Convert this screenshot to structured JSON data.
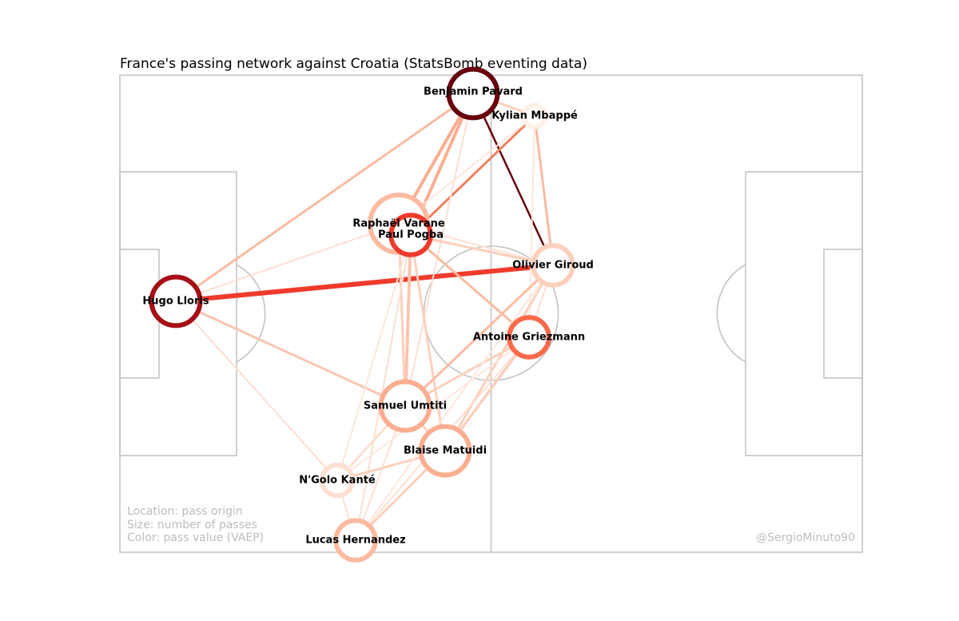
{
  "title": "France's passing network against Croatia (StatsBomb eventing data)",
  "legend_lines": [
    "Location: pass origin",
    "Size: number of passes",
    "Color: pass value (VAEP)"
  ],
  "credit": "@SergioMinuto90",
  "colors": {
    "darkest": "#67000d",
    "dark": "#a50f15",
    "red": "#ef3b2c",
    "orange_red": "#fb6a4a",
    "salmon": "#fc9272",
    "light_salmon": "#fcae91",
    "peach": "#fcbba1",
    "pale": "#fee0d2",
    "very_pale": "#fff0e8"
  },
  "players": [
    {
      "id": "pavard",
      "name": "Benjamin Pavard",
      "color": "#67000d",
      "size": 4
    },
    {
      "id": "mbappe",
      "name": "Kylian Mbappé",
      "color": "#fff0e8",
      "size": 1
    },
    {
      "id": "varane",
      "name": "Raphaël Varane",
      "color": "#fcbba1",
      "size": 5
    },
    {
      "id": "pogba",
      "name": "Paul Pogba",
      "color": "#ef3b2c",
      "size": 3
    },
    {
      "id": "giroud",
      "name": "Olivier Giroud",
      "color": "#fdd0bc",
      "size": 3
    },
    {
      "id": "lloris",
      "name": "Hugo Lloris",
      "color": "#a50f15",
      "size": 4
    },
    {
      "id": "griezmann",
      "name": "Antoine Griezmann",
      "color": "#fb6a4a",
      "size": 3
    },
    {
      "id": "umtiti",
      "name": "Samuel Umtiti",
      "color": "#fcae91",
      "size": 4
    },
    {
      "id": "matuidi",
      "name": "Blaise Matuidi",
      "color": "#fcae91",
      "size": 4
    },
    {
      "id": "kante",
      "name": "N'Golo Kanté",
      "color": "#fee0d2",
      "size": 2
    },
    {
      "id": "hernandez",
      "name": "Lucas Hernandez",
      "color": "#fcbba1",
      "size": 3
    }
  ],
  "passes": [
    {
      "from": "lloris",
      "to": "giroud",
      "color": "#ef3b2c",
      "weight": 6
    },
    {
      "from": "pavard",
      "to": "giroud",
      "color": "#67000d",
      "weight": 2.5
    },
    {
      "from": "mbappe",
      "to": "pogba",
      "color": "#f08060",
      "weight": 3
    },
    {
      "from": "griezmann",
      "to": "matuidi",
      "color": "#f08060",
      "weight": 3
    },
    {
      "from": "lloris",
      "to": "pavard",
      "color": "#fcbba1",
      "weight": 3
    },
    {
      "from": "lloris",
      "to": "umtiti",
      "color": "#fcc5b0",
      "weight": 3
    },
    {
      "from": "lloris",
      "to": "varane",
      "color": "#fee0d2",
      "weight": 2
    },
    {
      "from": "lloris",
      "to": "kante",
      "color": "#fee0d2",
      "weight": 2
    },
    {
      "from": "pavard",
      "to": "varane",
      "color": "#fcae91",
      "weight": 4
    },
    {
      "from": "pavard",
      "to": "pogba",
      "color": "#fcae91",
      "weight": 4
    },
    {
      "from": "pavard",
      "to": "umtiti",
      "color": "#fee0d2",
      "weight": 2
    },
    {
      "from": "pavard",
      "to": "mbappe",
      "color": "#fdd0bc",
      "weight": 3
    },
    {
      "from": "mbappe",
      "to": "giroud",
      "color": "#fcbba1",
      "weight": 3
    },
    {
      "from": "mbappe",
      "to": "varane",
      "color": "#fee7dc",
      "weight": 2
    },
    {
      "from": "mbappe",
      "to": "griezmann",
      "color": "#fee7dc",
      "weight": 2
    },
    {
      "from": "varane",
      "to": "griezmann",
      "color": "#fcbba1",
      "weight": 3
    },
    {
      "from": "varane",
      "to": "umtiti",
      "color": "#fdd0bc",
      "weight": 3
    },
    {
      "from": "varane",
      "to": "giroud",
      "color": "#fee0d2",
      "weight": 2
    },
    {
      "from": "pogba",
      "to": "umtiti",
      "color": "#fcc5b0",
      "weight": 4
    },
    {
      "from": "pogba",
      "to": "matuidi",
      "color": "#fdd0bc",
      "weight": 3
    },
    {
      "from": "pogba",
      "to": "giroud",
      "color": "#fdd0bc",
      "weight": 3
    },
    {
      "from": "pogba",
      "to": "hernandez",
      "color": "#fee0d2",
      "weight": 2
    },
    {
      "from": "pogba",
      "to": "kante",
      "color": "#fee7dc",
      "weight": 2
    },
    {
      "from": "giroud",
      "to": "umtiti",
      "color": "#fcbba1",
      "weight": 3
    },
    {
      "from": "giroud",
      "to": "matuidi",
      "color": "#fdd0bc",
      "weight": 3
    },
    {
      "from": "giroud",
      "to": "griezmann",
      "color": "#fee0d2",
      "weight": 2
    },
    {
      "from": "umtiti",
      "to": "griezmann",
      "color": "#fdd0bc",
      "weight": 3
    },
    {
      "from": "umtiti",
      "to": "kante",
      "color": "#fee0d2",
      "weight": 3
    },
    {
      "from": "umtiti",
      "to": "matuidi",
      "color": "#fdd0bc",
      "weight": 3
    },
    {
      "from": "umtiti",
      "to": "hernandez",
      "color": "#fee0d2",
      "weight": 2
    },
    {
      "from": "matuidi",
      "to": "kante",
      "color": "#fdd0bc",
      "weight": 3
    },
    {
      "from": "matuidi",
      "to": "hernandez",
      "color": "#fdd0bc",
      "weight": 3
    },
    {
      "from": "matuidi",
      "to": "griezmann",
      "color": "#fdd0bc",
      "weight": 3
    },
    {
      "from": "hernandez",
      "to": "griezmann",
      "color": "#fee0d2",
      "weight": 2
    },
    {
      "from": "hernandez",
      "to": "giroud",
      "color": "#fee7dc",
      "weight": 2
    },
    {
      "from": "kante",
      "to": "griezmann",
      "color": "#fee7dc",
      "weight": 2
    },
    {
      "from": "kante",
      "to": "hernandez",
      "color": "#fee0d2",
      "weight": 2
    }
  ]
}
